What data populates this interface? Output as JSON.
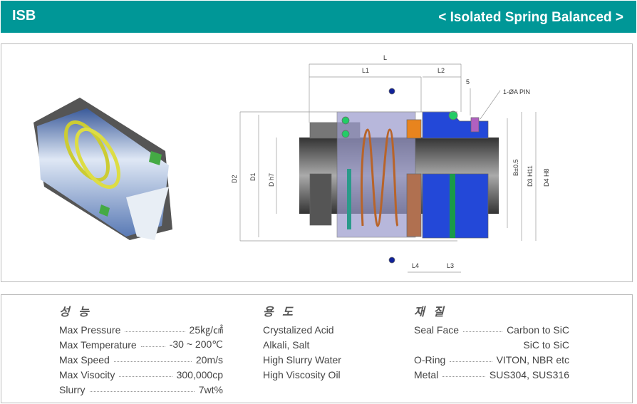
{
  "header": {
    "code": "ISB",
    "subtitle": "< Isolated Spring Balanced >",
    "color": "#009797"
  },
  "diagram": {
    "labels": {
      "L": "L",
      "L1": "L1",
      "L2": "L2",
      "five": "5",
      "pin": "1-ØA PIN",
      "D2": "D2",
      "D1": "D1",
      "Dh7": "D h7",
      "B": "B±0.5",
      "D3": "D3 H11",
      "D4": "D4 H8",
      "L4": "L4",
      "L3": "L3"
    }
  },
  "performance": {
    "title": "성 능",
    "rows": [
      {
        "key": "Max Pressure",
        "value": "25㎏/㎠"
      },
      {
        "key": "Max Temperature",
        "value": "-30 ~ 200℃"
      },
      {
        "key": "Max Speed",
        "value": "20m/s"
      },
      {
        "key": "Max Visocity",
        "value": "300,000cp"
      },
      {
        "key": "Slurry",
        "value": "7wt%"
      }
    ]
  },
  "usage": {
    "title": "용 도",
    "items": [
      "Crystalized Acid",
      "Alkali, Salt",
      "High Slurry Water",
      "High Viscosity Oil"
    ]
  },
  "material": {
    "title": "재 질",
    "rows": [
      {
        "key": "Seal Face",
        "value": "Carbon to SiC"
      },
      {
        "key": "",
        "value": "SiC to SiC"
      },
      {
        "key": "O-Ring",
        "value": "VITON, NBR etc"
      },
      {
        "key": "Metal",
        "value": "SUS304, SUS316"
      }
    ]
  }
}
